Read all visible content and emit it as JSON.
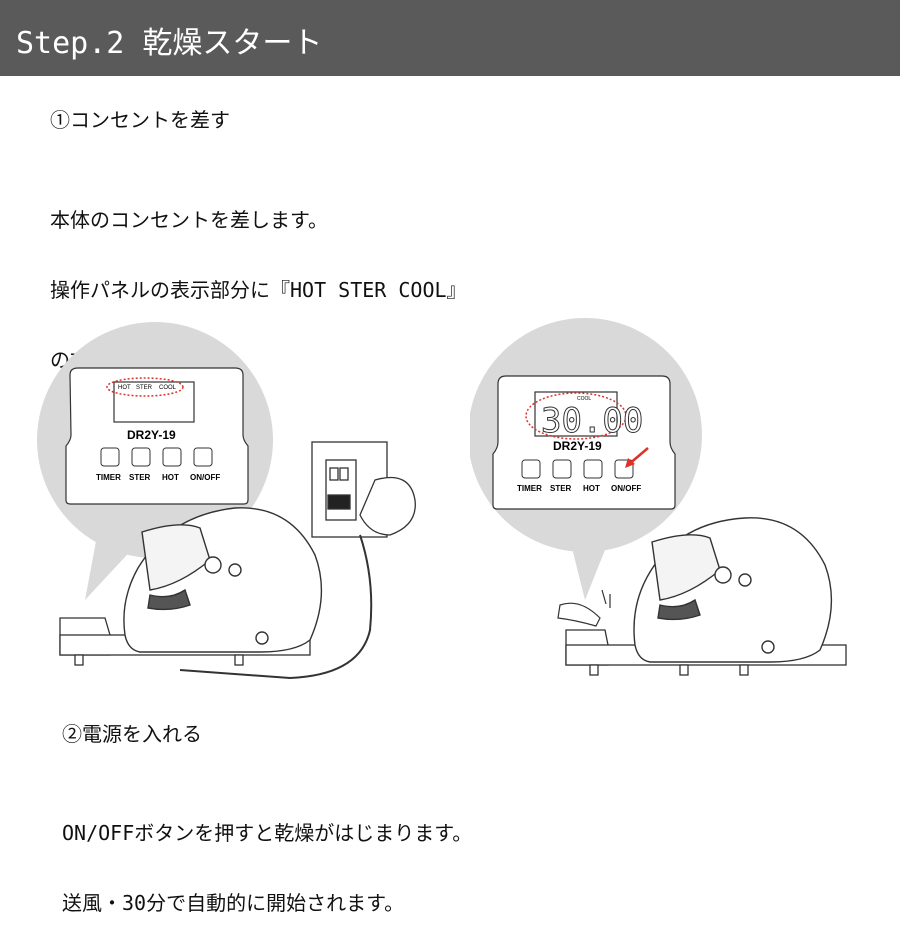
{
  "header": {
    "title": "Step.2 乾燥スタート",
    "bg_color": "#5a5a5a"
  },
  "step1": {
    "title": "①コンセントを差す",
    "lines": [
      "本体のコンセントを差します。",
      "操作パネルの表示部分に『HOT STER COOL』",
      "の文字が点滅します。"
    ]
  },
  "step2": {
    "title": "②電源を入れる",
    "lines": [
      "ON/OFFボタンを押すと乾燥がはじまります。",
      "送風・30分で自動的に開始されます。"
    ]
  },
  "panel_left": {
    "indicators": [
      "HOT",
      "STER",
      "COOL"
    ],
    "model": "DR2Y-19",
    "buttons": [
      "TIMER",
      "STER",
      "HOT",
      "ON/OFF"
    ]
  },
  "panel_right": {
    "indicator": "COOL",
    "display": "30.00",
    "model": "DR2Y-19",
    "buttons": [
      "TIMER",
      "STER",
      "HOT",
      "ON/OFF"
    ]
  },
  "colors": {
    "highlight": "#e0302a",
    "bubble": "#d9d9d9"
  }
}
